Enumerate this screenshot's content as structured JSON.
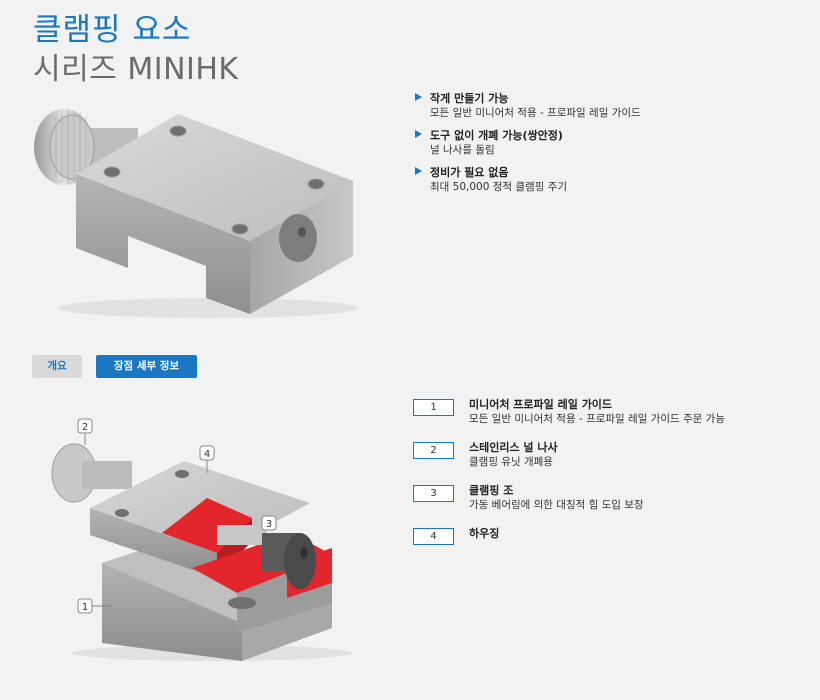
{
  "header": {
    "title": "클램핑 요소",
    "subtitle": "시리즈 MINIHK"
  },
  "features": [
    {
      "title": "작게 만들기 가능",
      "desc": "모든 일반 미니어처 적용 - 프로파일 레일 가이드"
    },
    {
      "title": "도구 없이 개폐 가능(쌍안정)",
      "desc": "널 나사를 돌림"
    },
    {
      "title": "정비가 필요 없음",
      "desc": "최대 50,000 정적 클램핑 주기"
    }
  ],
  "tabs": {
    "overview": "개요",
    "details": "장점 세부 정보"
  },
  "parts": [
    {
      "num": "1",
      "title": "미니어처 프로파일 레일 가이드",
      "desc": "모든 일반 미니어처 적용 - 프로파일 레일 가이드 주문 가능"
    },
    {
      "num": "2",
      "title": "스테인리스 널 나사",
      "desc": "클램핑 유닛 개폐용"
    },
    {
      "num": "3",
      "title": "클램핑 조",
      "desc": "가동 베어링에 의한 대칭적 힘 도입 보장"
    },
    {
      "num": "4",
      "title": "하우징",
      "desc": ""
    }
  ],
  "callouts": [
    "1",
    "2",
    "3",
    "4"
  ],
  "colors": {
    "accent": "#1a78c2",
    "clamp_red": "#e3262d"
  }
}
